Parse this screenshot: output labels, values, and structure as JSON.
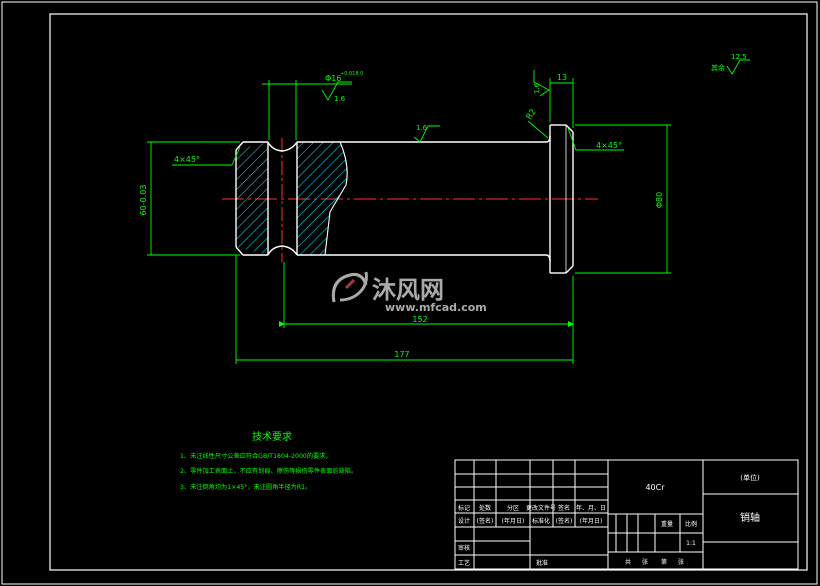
{
  "colors": {
    "background": "#000000",
    "frame": "#ffffff",
    "part": "#ffffff",
    "dimension": "#00ff00",
    "centerline": "#ff3030",
    "hatch": "#00e5ff",
    "tech_text": "#00ff00",
    "watermark": "#c8c8c8"
  },
  "dimensions": {
    "len_152": "152",
    "len_177": "177",
    "len_13": "13",
    "dia_80": "Φ80",
    "dia_60": "60-0.03",
    "dia_16": "Φ16",
    "dia_16_tol": "+0.018 0",
    "chamfer_left": "4×45°",
    "chamfer_right": "4×45°",
    "r2": "R2"
  },
  "roughness": {
    "top_left": "1.6",
    "top_mid": "1.6",
    "right_face": "1.6",
    "rest_value": "12.5",
    "rest_label": "其余"
  },
  "tech_requirements": {
    "title": "技术要求",
    "items": [
      "1、未注线性尺寸公差应符合GB/T1804-2000的要求。",
      "2、零件加工表面上，不应有划痕、擦伤等损伤零件表面的缺陷。",
      "3、未注倒角均为1×45°，未注圆角半径为R1。"
    ]
  },
  "title_block": {
    "material": "40Cr",
    "company": "(单位)",
    "part_name": "销轴",
    "headers": [
      "标记",
      "处数",
      "分区",
      "更改文件号",
      "签名",
      "年、月、日"
    ],
    "row_design": [
      "设计",
      "(签名)",
      "(年月日)",
      "标准化",
      "(签名)",
      "(年月日)"
    ],
    "review": "审核",
    "process": "工艺",
    "approve": "批准",
    "weight": "重量",
    "scale": "比例",
    "scale_value": "1:1",
    "sheets_total": "共",
    "sheets_unit": "张",
    "sheet_no": "第",
    "sheet_unit2": "张"
  },
  "watermark": {
    "brand_cn": "沐风网",
    "brand_url": "www.mfcad.com"
  }
}
